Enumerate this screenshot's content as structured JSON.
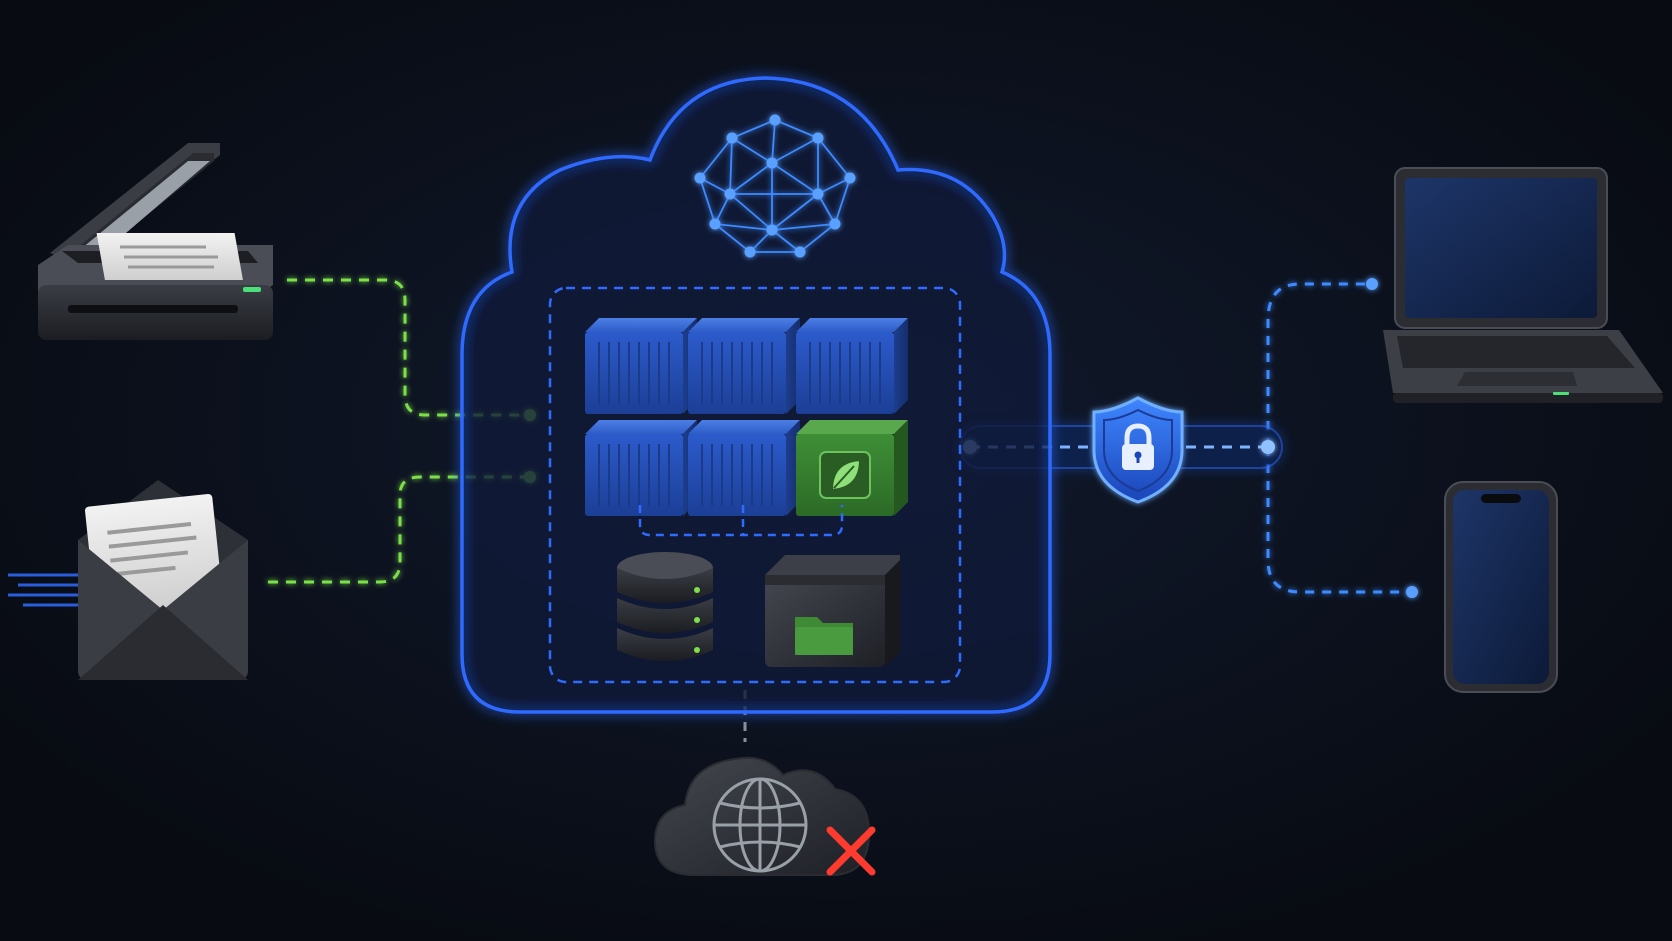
{
  "colors": {
    "background": "#0a0e17",
    "cloud_stroke": "#2f6bff",
    "ingest_link": "#7de04a",
    "secure_link": "#3d8bff",
    "container_blue": "#2b5bc4",
    "container_green": "#3f8a35",
    "error_red": "#ff3b30"
  },
  "nodes": {
    "sources": [
      {
        "icon": "scanner-icon"
      },
      {
        "icon": "email-envelope-icon"
      }
    ],
    "platform": {
      "icon": "cloud-boundary-icon",
      "network_icon": "network-mesh-icon",
      "containers": [
        {
          "icon": "container-icon",
          "color": "blue"
        },
        {
          "icon": "container-icon",
          "color": "blue"
        },
        {
          "icon": "container-icon",
          "color": "blue"
        },
        {
          "icon": "container-icon",
          "color": "blue"
        },
        {
          "icon": "container-icon",
          "color": "blue"
        },
        {
          "icon": "leaf-icon",
          "color": "green"
        }
      ],
      "storage": [
        {
          "icon": "database-icon"
        },
        {
          "icon": "file-storage-box-icon"
        }
      ]
    },
    "security": {
      "icon": "shield-lock-icon"
    },
    "clients": [
      {
        "icon": "laptop-icon"
      },
      {
        "icon": "smartphone-icon"
      }
    ],
    "public_internet": {
      "icon": "cloud-globe-icon",
      "status_icon": "red-x-icon",
      "status": "blocked"
    }
  }
}
